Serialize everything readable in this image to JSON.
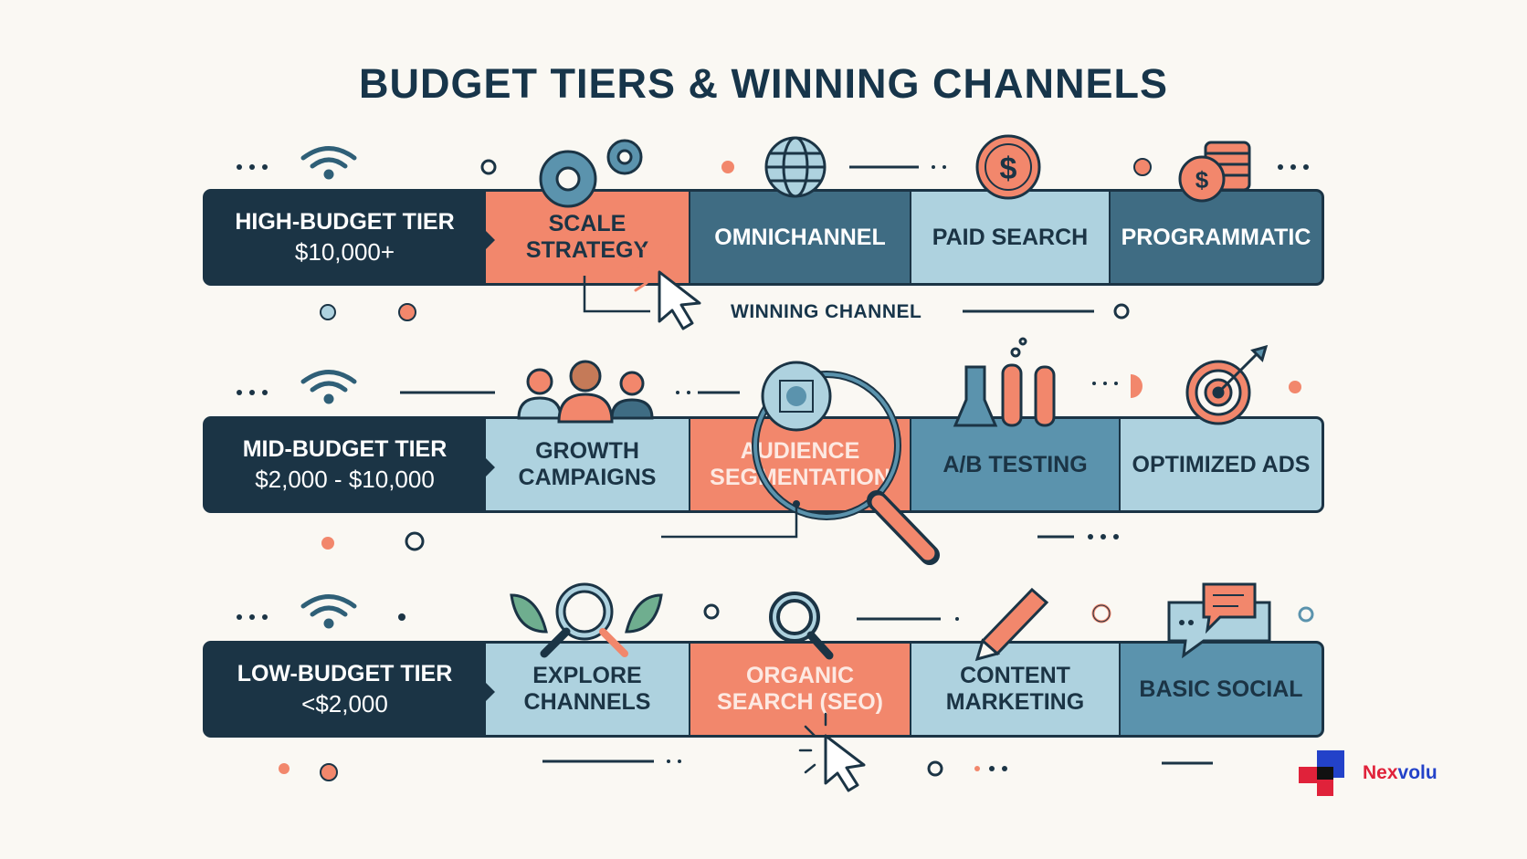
{
  "title": "BUDGET TIERS & WINNING CHANNELS",
  "annotation": "WINNING CHANNEL",
  "tiers": [
    {
      "name": "HIGH-BUDGET TIER",
      "range": "$10,000+",
      "cells": [
        {
          "label": "SCALE STRATEGY",
          "style": "coral"
        },
        {
          "label": "OMNICHANNEL",
          "style": "dark"
        },
        {
          "label": "PAID SEARCH",
          "style": "light"
        },
        {
          "label": "PROGRAMMATIC",
          "style": "dark"
        }
      ]
    },
    {
      "name": "MID-BUDGET TIER",
      "range": "$2,000 - $10,000",
      "cells": [
        {
          "label": "GROWTH CAMPAIGNS",
          "style": "light"
        },
        {
          "label": "AUDIENCE SEGMENTATION",
          "style": "coral-win"
        },
        {
          "label": "A/B TESTING",
          "style": "mid"
        },
        {
          "label": "OPTIMIZED ADS",
          "style": "light"
        }
      ]
    },
    {
      "name": "LOW-BUDGET TIER",
      "range": "<$2,000",
      "cells": [
        {
          "label": "EXPLORE CHANNELS",
          "style": "light"
        },
        {
          "label": "ORGANIC SEARCH (SEO)",
          "style": "coral-win"
        },
        {
          "label": "CONTENT MARKETING",
          "style": "light"
        },
        {
          "label": "BASIC SOCIAL",
          "style": "mid"
        }
      ]
    }
  ],
  "icons": [
    "wifi-icon",
    "gears-icon",
    "globe-icon",
    "dollar-coin-icon",
    "coin-stack-icon",
    "people-icon",
    "magnifier-icon",
    "test-tubes-icon",
    "target-icon",
    "leaves-magnifier-icon",
    "search-icon",
    "pencil-icon",
    "chat-bubbles-icon",
    "cursor-icon"
  ],
  "colors": {
    "navy": "#1b3445",
    "coral": "#f2876c",
    "teal_dark": "#3f6c83",
    "teal_mid": "#5b93ad",
    "teal_light": "#aed2df",
    "background": "#faf8f3"
  },
  "logo": {
    "part1": "Nex",
    "part2": "volu"
  }
}
